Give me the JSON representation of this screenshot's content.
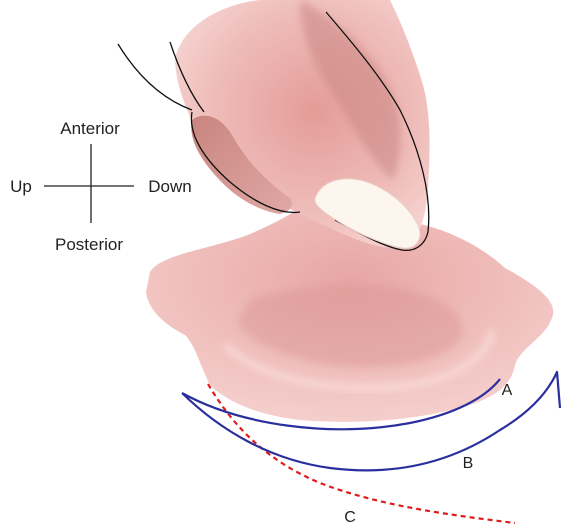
{
  "orientation": {
    "anterior": "Anterior",
    "posterior": "Posterior",
    "up": "Up",
    "down": "Down"
  },
  "curves": {
    "a": {
      "label": "A",
      "color": "#2b2f9e",
      "style": "solid"
    },
    "b": {
      "label": "B",
      "color": "#2b2f9e",
      "style": "solid"
    },
    "c": {
      "label": "C",
      "color": "#e01b1b",
      "style": "dashed"
    }
  },
  "colors": {
    "tissue": "#efb8b5",
    "tissue_shadow": "#d88f8b",
    "finger": "#f0c4c1",
    "finger_dark": "#c77c78",
    "nail": "#fdf7f1",
    "outline": "#111111"
  }
}
